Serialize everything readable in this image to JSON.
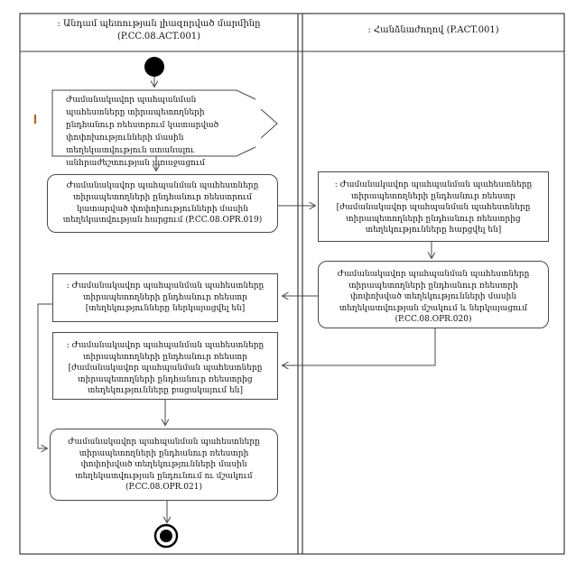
{
  "header": {
    "left_lane": {
      "line1": ": Անդամ պետության լիազորված մարմինը",
      "line2": "(P.CC.08.ACT.001)"
    },
    "right_lane": {
      "title": ": Հանձնաժողով (P.ACT.001)"
    }
  },
  "nodes": {
    "signal_event": "Ժամանակավոր պահպանման պահեստները տիրապետողների ընդհանուր ռեեստրում կատարված փոփոխությունների մասին տեղեկատվություն ստանալու անհրաժեշտության առաջացում",
    "request_action": "Ժամանակավոր պահպանման պահեստները տիրապետողների ընդհանուր ռեեստրում կատարված փոփոխությունների մասին տեղեկատվության հարցում (P.CC.08.OPR.019)",
    "registry_queried_state": ": Ժամանակավոր պահպանման պահեստները տիրապետողների ընդհանուր ռեեստր [ժամանակավոր պահպանման պահեստները տիրապետողների ընդհանուր ռեեստրից տեղեկությունները հարցվել են]",
    "process_submit_action": "Ժամանակավոր պահպանման պահեստները տիրապետողների ընդհանուր ռեեստրի փոփոխված տեղեկությունների մասին տեղեկատվության մշակում և ներկայացում (P.CC.08.OPR.020)",
    "registry_submitted_state": ": Ժամանակավոր պահպանման պահեստները տիրապետողների ընդհանուր ռեեստր [տեղեկությունները ներկայացվել են]",
    "registry_missing_state": ": Ժամանակավոր պահպանման պահեստները տիրապետողների ընդհանուր ռեեստր [ժամանակավոր պահպանման պահեստները տիրապետողների ընդհանուր ռեեստրից տեղեկությունները բացակայում են]",
    "receive_process_action": "Ժամանակավոր պահպանման պահեստները տիրապետողների ընդհանուր ռեեստրի փոփոխված տեղեկությունների մասին տեղեկատվության ընդունում ու մշակում (P.CC.08.OPR.021)"
  },
  "colors": {
    "line": "#4a4a4a",
    "frame": "#3c3c3c",
    "text": "#111111",
    "marker_tick": "#b85c00",
    "background": "#ffffff"
  }
}
